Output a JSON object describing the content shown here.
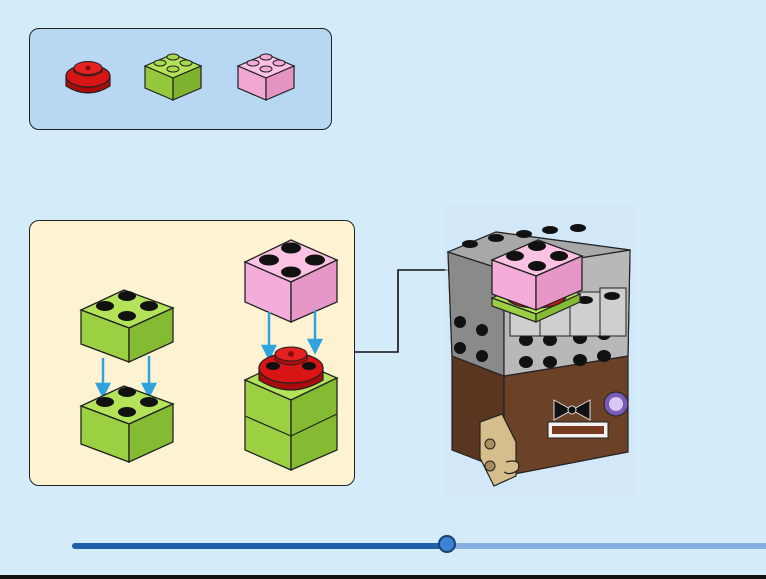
{
  "step": {
    "parts_list": [
      {
        "part": "round-plate-2x2",
        "color": "#d10f0f",
        "quantity": 1
      },
      {
        "part": "brick-2x2",
        "color": "#a8d94c",
        "quantity": 1
      },
      {
        "part": "brick-2x2",
        "color": "#f6a9d7",
        "quantity": 1
      }
    ],
    "sub_assembly": {
      "background": "#fdf3d2"
    },
    "model": {
      "description_icon": "brickheadz-model"
    }
  },
  "progress": {
    "fraction": 0.54,
    "fill_color": "#1e5fa8",
    "track_color": "#86aee0"
  },
  "colors": {
    "page_background": "#d4ebfa",
    "parts_box_background": "#b7d7f2",
    "arrow_color": "#3aa8e0"
  }
}
